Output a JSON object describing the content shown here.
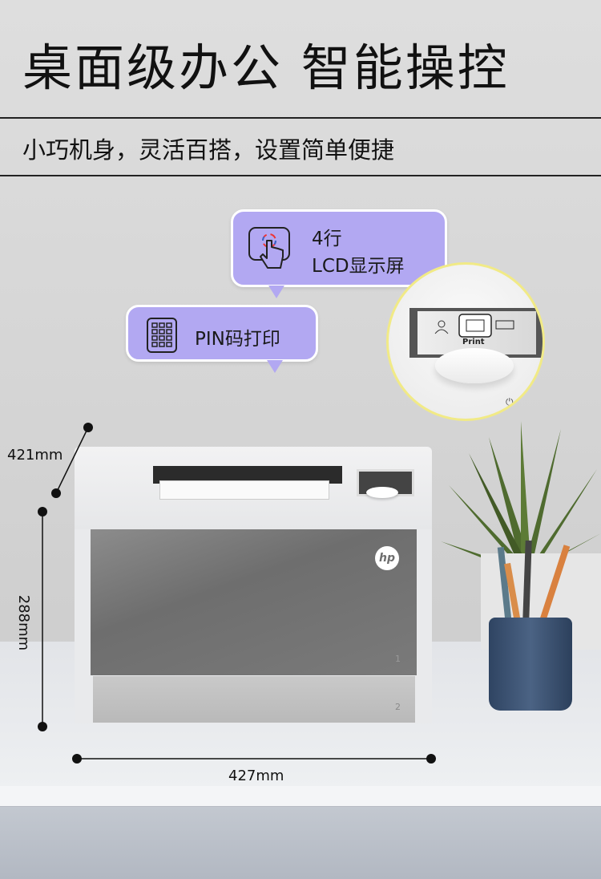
{
  "header": {
    "title": "桌面级办公 智能操控",
    "subtitle": "小巧机身，灵活百搭，设置简单便捷"
  },
  "callouts": [
    {
      "icon": "touch-screen-icon",
      "line1": "4行",
      "line2": "LCD显示屏"
    },
    {
      "icon": "keypad-icon",
      "label": "PIN码打印"
    }
  ],
  "lcd_zoom": {
    "screen_label": "Print",
    "icons": [
      "user-icon",
      "printer-icon",
      "usb-icon",
      "power-icon"
    ]
  },
  "printer": {
    "brand_logo": "hp",
    "tray_labels": [
      "1",
      "2"
    ]
  },
  "dimensions": {
    "depth": "421mm",
    "height": "288mm",
    "width": "427mm"
  },
  "colors": {
    "callout": "#b2a8f2",
    "zoom_ring": "#f1ea86",
    "pen_cup": "#3b5073"
  }
}
